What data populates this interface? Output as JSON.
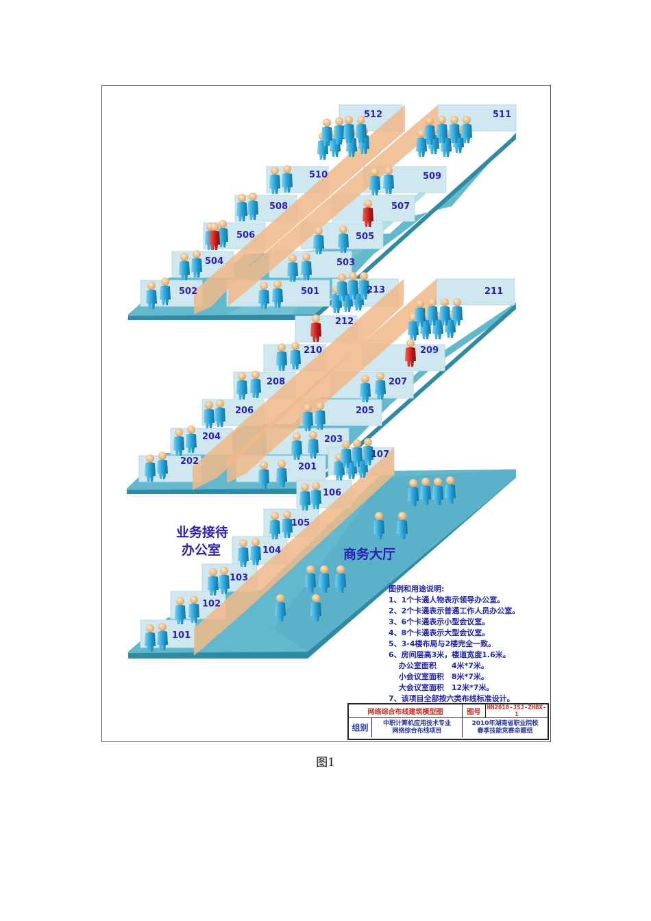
{
  "floor5": {
    "rooms": [
      {
        "label": "502"
      },
      {
        "label": "504"
      },
      {
        "label": "506"
      },
      {
        "label": "508"
      },
      {
        "label": "510"
      },
      {
        "label": "512"
      },
      {
        "label": "501"
      },
      {
        "label": "503"
      },
      {
        "label": "505"
      },
      {
        "label": "507"
      },
      {
        "label": "509"
      },
      {
        "label": "511"
      }
    ]
  },
  "floor2": {
    "rooms": [
      {
        "label": "202"
      },
      {
        "label": "204"
      },
      {
        "label": "206"
      },
      {
        "label": "208"
      },
      {
        "label": "210"
      },
      {
        "label": "212"
      },
      {
        "label": "201"
      },
      {
        "label": "203"
      },
      {
        "label": "205"
      },
      {
        "label": "207"
      },
      {
        "label": "209"
      },
      {
        "label": "211"
      },
      {
        "label": "213"
      }
    ]
  },
  "floor1": {
    "rooms": [
      {
        "label": "101"
      },
      {
        "label": "102"
      },
      {
        "label": "103"
      },
      {
        "label": "104"
      },
      {
        "label": "105"
      },
      {
        "label": "106"
      },
      {
        "label": "107"
      }
    ],
    "zone_reception_line1": "业务接待",
    "zone_reception_line2": "办公室",
    "zone_hall": "商务大厅"
  },
  "legend": {
    "title": "图例和用途说明:",
    "lines": [
      "1、1个卡通人物表示领导办公室。",
      "2、2个卡通表示普通工作人员办公室。",
      "3、6个卡通表示小型会议室。",
      "4、8个卡通表示大型会议室。",
      "5、3-4楼布局与2楼完全一致。",
      "6、房间层高3米，楼道宽度1.6米。",
      "　 办公室面积　　4米*7米。",
      "　 小会议室面积　8米*7米。",
      "　 大会议室面积　12米*7米。",
      "7、该项目全部按六类布线标准设计。"
    ]
  },
  "title_block": {
    "drawing_name": "网络综合布线建筑模型图",
    "number_label": "图号",
    "number_value": "HN2010-JSJ-ZHBX-1",
    "group_label": "组别",
    "group_value_line1": "中职计算机应用技术专业",
    "group_value_line2": "网络综合布线项目",
    "issuer_line1": "2010年湖南省职业院校",
    "issuer_line2": "春季技能竞赛命题组"
  },
  "caption": "图1",
  "colors": {
    "floor_top": "#62b8cc",
    "floor_edge": "#2f8ba3",
    "wall": "#cfe8f0",
    "partition": "#f0b888",
    "person_blue": "#2aa6d8",
    "person_leader": "#c81e1e",
    "label_blue": "#2a1fb8"
  }
}
